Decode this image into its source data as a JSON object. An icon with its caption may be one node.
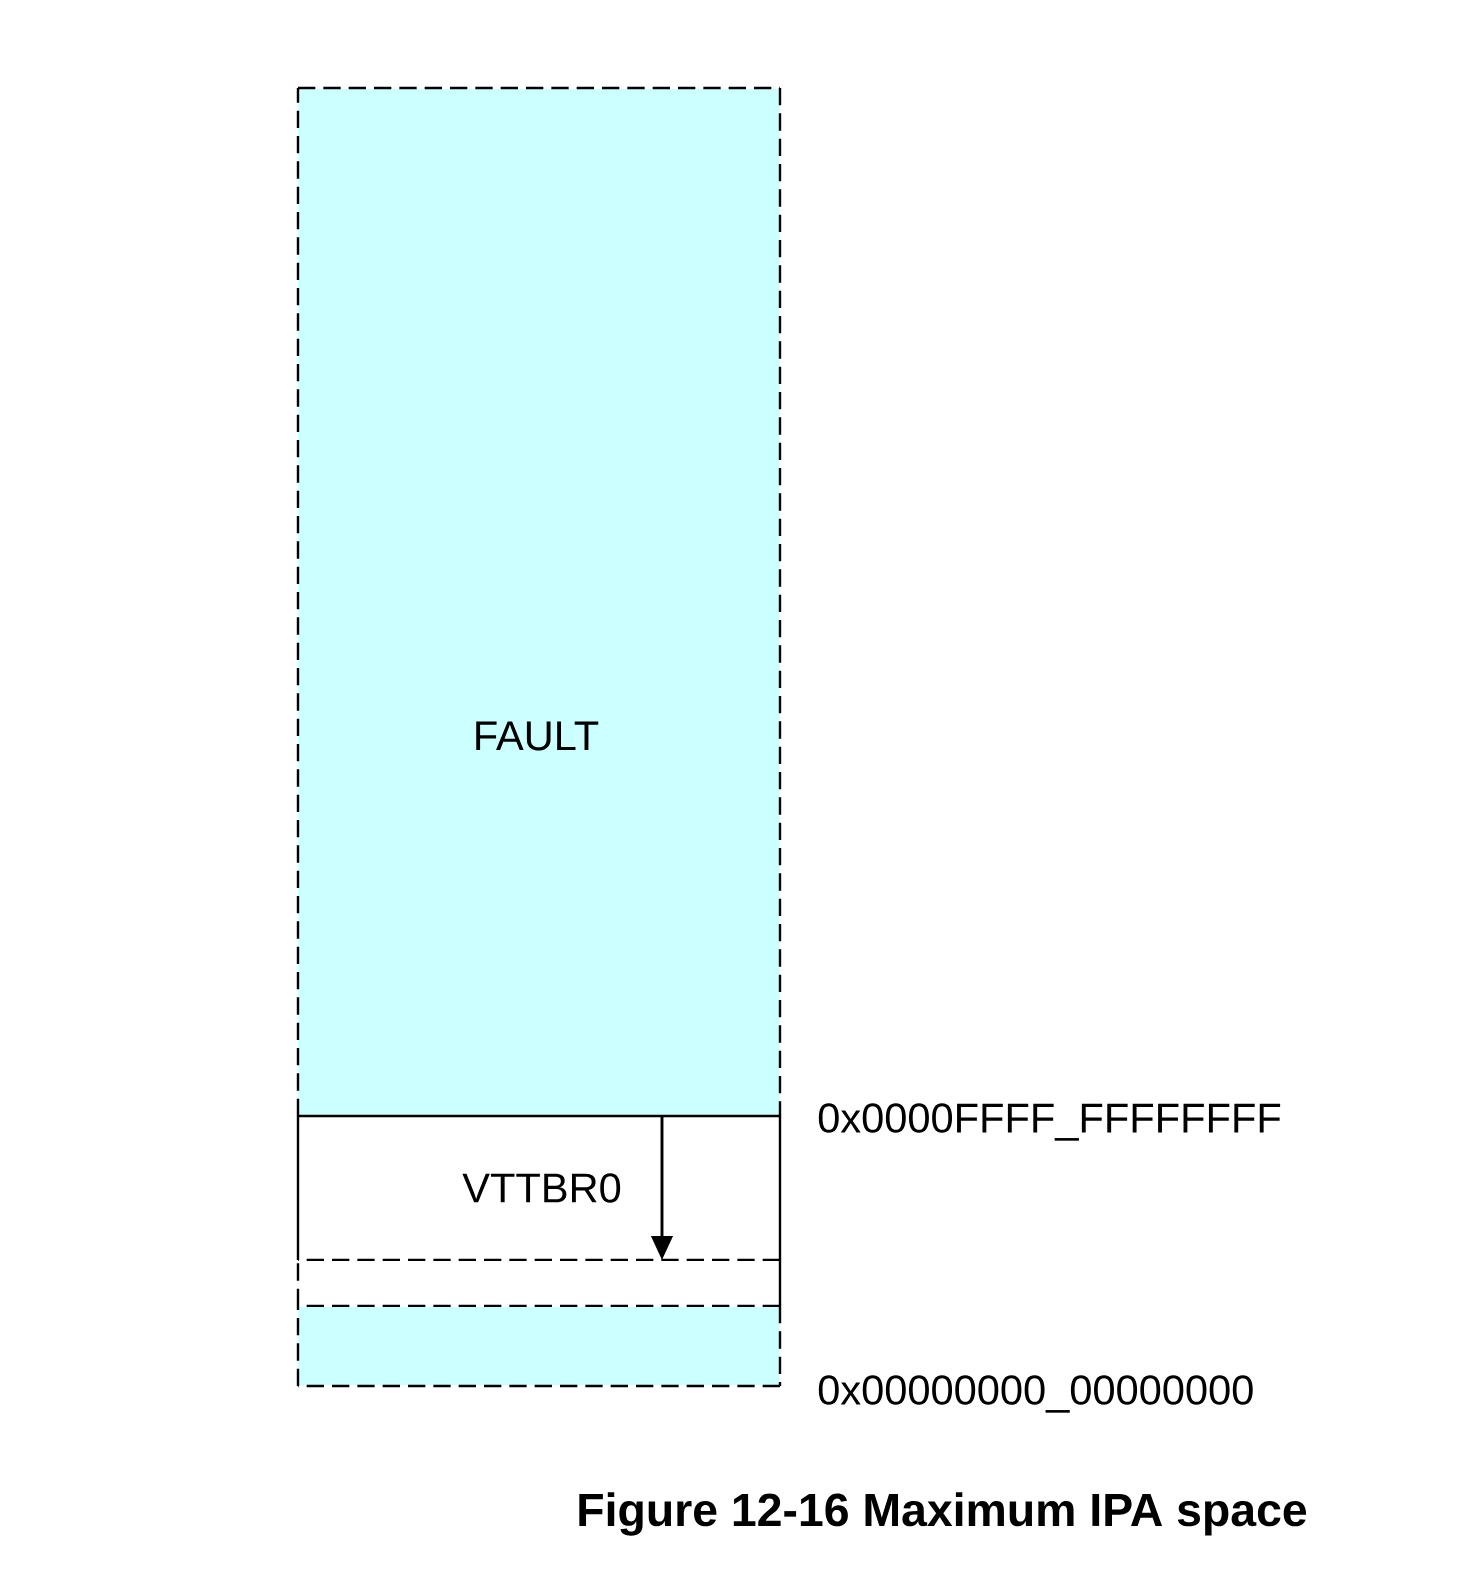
{
  "diagram": {
    "caption": "Figure 12-16 Maximum IPA space",
    "nodes": [
      {
        "text": [
          "FAULT"
        ]
      },
      {
        "text": [
          "VTTBR0"
        ]
      },
      {
        "text": [],
        "shape": "box"
      },
      {
        "text": [],
        "shape": "box"
      }
    ],
    "labels": [
      "0x0000FFFF_FFFFFFFF",
      "0x00000000_00000000"
    ]
  }
}
